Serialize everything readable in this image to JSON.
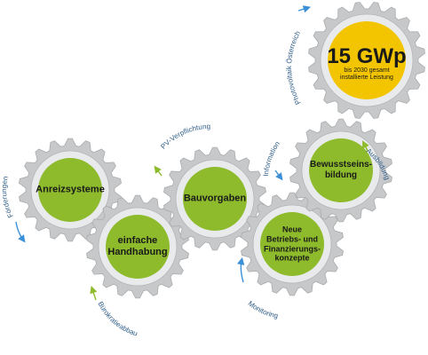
{
  "colors": {
    "gear_outer": "#c6c8ca",
    "gear_inner": "#e9eaeb",
    "gear_center_green": "#8dbb2c",
    "gear_center_yellow": "#f2c500",
    "label_blue": "#2e5d8a",
    "arrow_blue": "#3a8fd6",
    "arrow_green": "#8dbb2c"
  },
  "gears": [
    {
      "id": "anreizsysteme",
      "label": [
        "Anreizsysteme"
      ],
      "color": "green"
    },
    {
      "id": "handhabung",
      "label": [
        "einfache",
        "Handhabung"
      ],
      "color": "green"
    },
    {
      "id": "bauvorgaben",
      "label": [
        "Bauvorgaben"
      ],
      "color": "green"
    },
    {
      "id": "finanzierung",
      "label": [
        "Neue",
        "Betriebs- und",
        "Finanzierungs-",
        "konzepte"
      ],
      "color": "green"
    },
    {
      "id": "bewusstsein",
      "label": [
        "Bewusstseins-",
        "bildung"
      ],
      "color": "green"
    },
    {
      "id": "goal",
      "title": "15 GWp",
      "subtitle": [
        "bis 2030 gesamt",
        "installierte Leistung"
      ],
      "color": "yellow"
    }
  ],
  "curve_labels": {
    "foerderungen": "Förderungen",
    "buerokratie": "Bürokratieabbau",
    "pv_pflicht": "PV-Verpflichtung",
    "monitoring": "Monitoring",
    "information": "Information",
    "ausbildung": "Ausbildung",
    "photovoltaik": "Photovoltaik Österreich"
  }
}
